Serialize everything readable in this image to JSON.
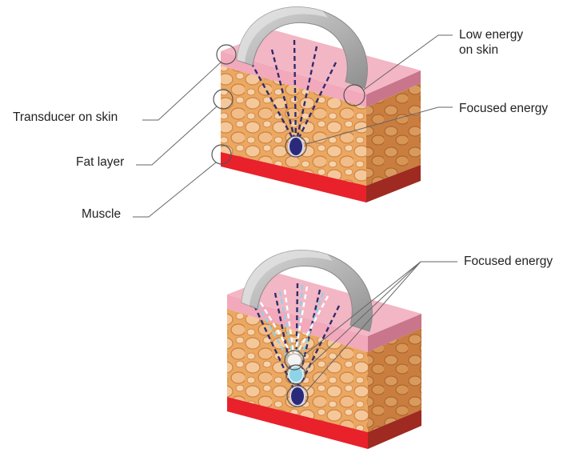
{
  "diagram_1": {
    "labels": {
      "transducer": "Transducer on skin",
      "fat": "Fat layer",
      "muscle": "Muscle",
      "low_energy_line1": "Low energy",
      "low_energy_line2": "on skin",
      "focused": "Focused energy"
    }
  },
  "diagram_2": {
    "labels": {
      "focused": "Focused energy"
    }
  },
  "colors": {
    "skin_top": "#f3b6c4",
    "skin_side": "#c9758c",
    "fat": "#e9a55e",
    "muscle": "#e8212b",
    "muscle_side": "#9e2a22",
    "transducer": "#b3b3b3",
    "focus_dark": "#2b2a7a",
    "focus_light": "#8ed3e6",
    "leader_line": "#555555"
  }
}
